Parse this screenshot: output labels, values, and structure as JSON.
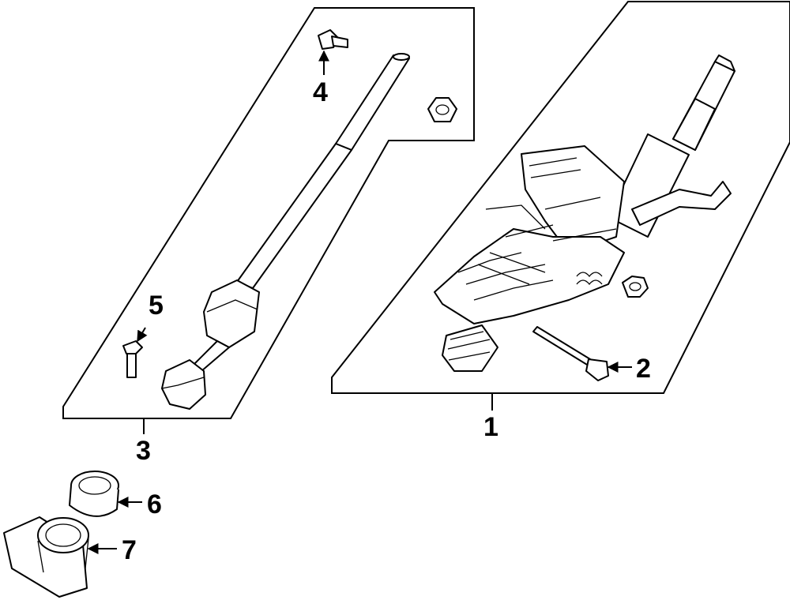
{
  "callouts": {
    "c1": "1",
    "c2": "2",
    "c3": "3",
    "c4": "4",
    "c5": "5",
    "c6": "6",
    "c7": "7"
  },
  "style": {
    "line_color": "#000000",
    "background": "#ffffff"
  }
}
